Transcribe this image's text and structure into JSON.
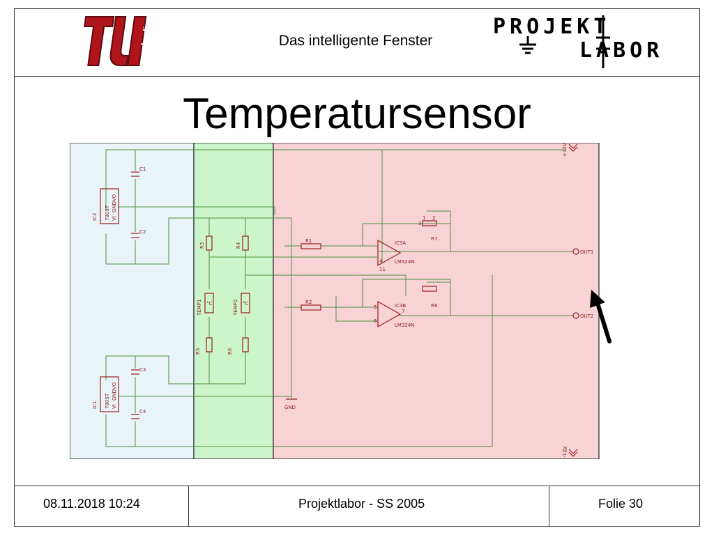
{
  "header": {
    "subtitle": "Das intelligente Fenster",
    "tu_logo_text": "berlin",
    "projekt_logo": {
      "line1": "PROJEKT",
      "line2": "LABOR"
    }
  },
  "slide": {
    "title": "Temperatursensor"
  },
  "footer": {
    "date": "08.11.2018 10:24",
    "course": "Projektlabor - SS 2005",
    "slide_number": "Folie 30"
  },
  "schematic": {
    "zone_colors": {
      "power": "#e8f4f7",
      "sensors": "#ccf5cc",
      "amplifiers": "#f7d3d6"
    },
    "wire_color": "#4c8f3c",
    "part_color": "#9b1c1c",
    "supply_labels": {
      "positive": "+12V",
      "negative": "-12V",
      "ground": "GND"
    },
    "regulators": [
      {
        "name": "IC2",
        "part": "7805T",
        "pins": {
          "in": "VI",
          "gnd": "GND",
          "out": "VO"
        }
      },
      {
        "name": "IC1",
        "part": "7805T",
        "pins": {
          "in": "VI",
          "gnd": "GND",
          "out": "VO"
        }
      }
    ],
    "capacitors": [
      "C1",
      "C2",
      "C3",
      "C4"
    ],
    "resistors": [
      "R1",
      "R2",
      "R3",
      "R4"
    ],
    "sensors": [
      {
        "name": "TEMP1",
        "unit": "°C"
      },
      {
        "name": "TEMP2",
        "unit": "°C"
      }
    ],
    "potentiometers": [
      "R5",
      "R6",
      "R7",
      "R8"
    ],
    "op_amps": [
      {
        "name": "IC3A",
        "part": "LM324N"
      },
      {
        "name": "IC3B",
        "part": "LM324N"
      }
    ],
    "outputs": [
      "OUT1",
      "OUT2"
    ],
    "pin_numbers": [
      "1",
      "2",
      "3",
      "4",
      "5",
      "6",
      "7",
      "11"
    ]
  }
}
